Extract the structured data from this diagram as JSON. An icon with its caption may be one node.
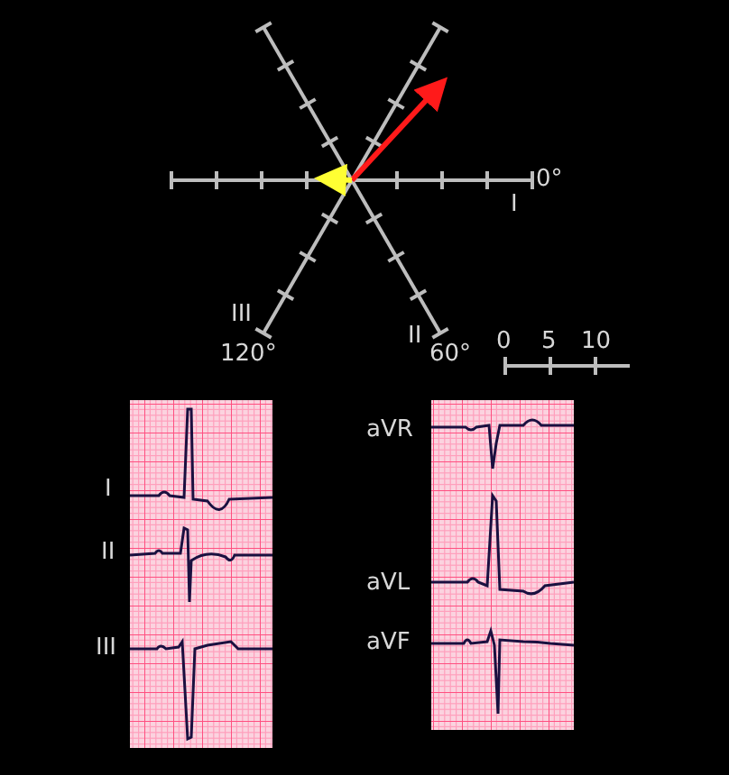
{
  "diagram": {
    "labels": [
      "0°",
      "I",
      "III",
      "120°",
      "II",
      "60°",
      "0",
      "5",
      "10",
      "I",
      "II",
      "III",
      "aVR",
      "aVL",
      "aVF"
    ]
  }
}
